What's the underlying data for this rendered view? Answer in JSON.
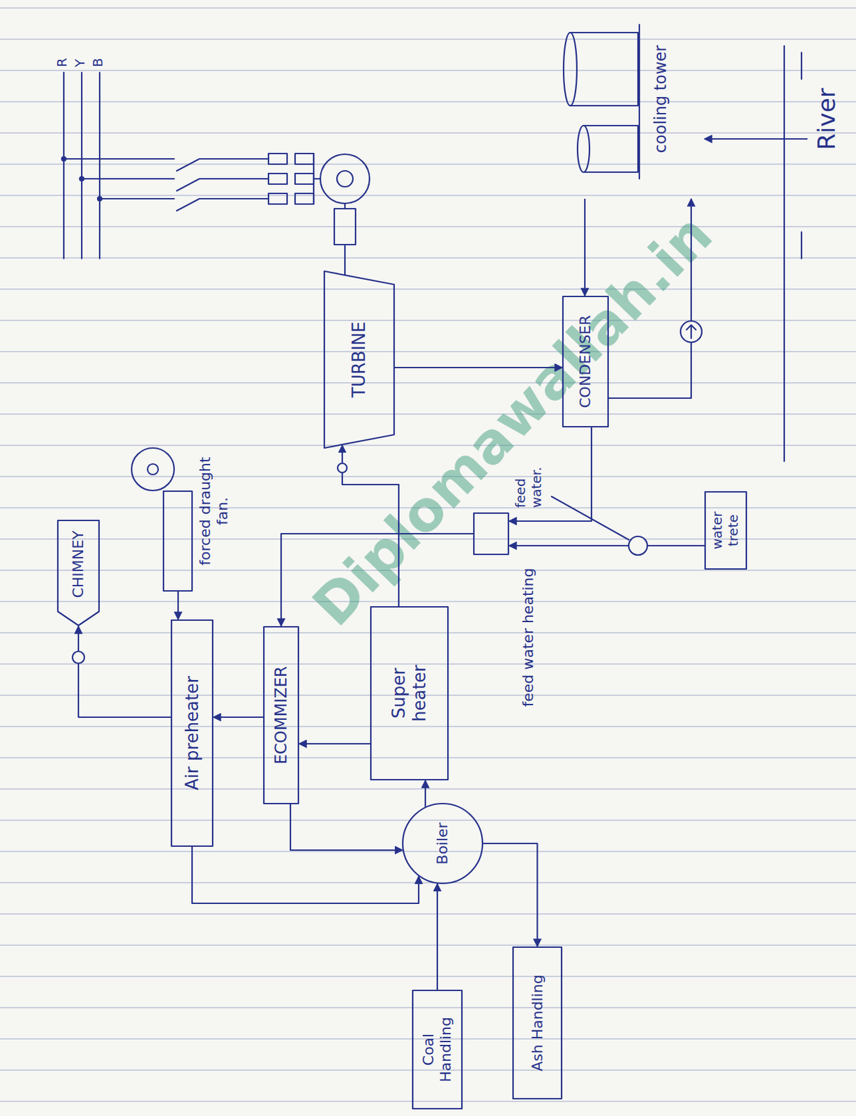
{
  "diagram": {
    "nodes": [
      {
        "text": [
          "CHIMNEY"
        ]
      },
      {
        "text": [
          "Air preheater"
        ]
      },
      {
        "text": [
          "ECOMMIZER"
        ]
      },
      {
        "text": [
          "Super heater"
        ]
      },
      {
        "text": [
          "Boiler"
        ]
      },
      {
        "text": [
          "Coal Handling"
        ]
      },
      {
        "text": [
          "Ash Handling"
        ]
      },
      {
        "text": [
          "forced draught fan."
        ]
      },
      {
        "text": [
          "TURBINE"
        ]
      },
      {
        "text": [
          "feed water heating"
        ]
      },
      {
        "text": [
          "CONDENSER"
        ]
      },
      {
        "text": [
          "water trete"
        ]
      },
      {
        "text": [
          "cooling tower"
        ]
      },
      {
        "text": [
          "River"
        ]
      }
    ],
    "edges": [
      {
        "from": 5,
        "to": 4,
        "arrow": "to"
      },
      {
        "from": 4,
        "to": 6,
        "arrow": "to"
      },
      {
        "from": 1,
        "to": 4,
        "arrow": "to"
      },
      {
        "from": 2,
        "to": 4,
        "arrow": "to"
      },
      {
        "from": 4,
        "to": 3,
        "arrow": "to"
      },
      {
        "from": 3,
        "to": 2,
        "arrow": "to"
      },
      {
        "from": 2,
        "to": 1,
        "arrow": "to"
      },
      {
        "from": 1,
        "to": 0,
        "arrow": "to"
      },
      {
        "from": 7,
        "to": 1,
        "arrow": "to"
      },
      {
        "from": 3,
        "to": 8,
        "arrow": "to"
      },
      {
        "from": 8,
        "to": 10,
        "arrow": "to"
      },
      {
        "from": 10,
        "to": 9,
        "arrow": "to"
      },
      {
        "from": 11,
        "to": 9,
        "arrow": "to"
      },
      {
        "from": 9,
        "to": 2,
        "arrow": "to"
      },
      {
        "from": 12,
        "to": 10,
        "arrow": "to"
      },
      {
        "from": 10,
        "to": 12,
        "arrow": "to"
      },
      {
        "from": 13,
        "to": 12,
        "arrow": "to"
      }
    ],
    "labels": [
      "feed water.",
      "R",
      "Y",
      "B",
      "Diplomawallah.in"
    ]
  }
}
